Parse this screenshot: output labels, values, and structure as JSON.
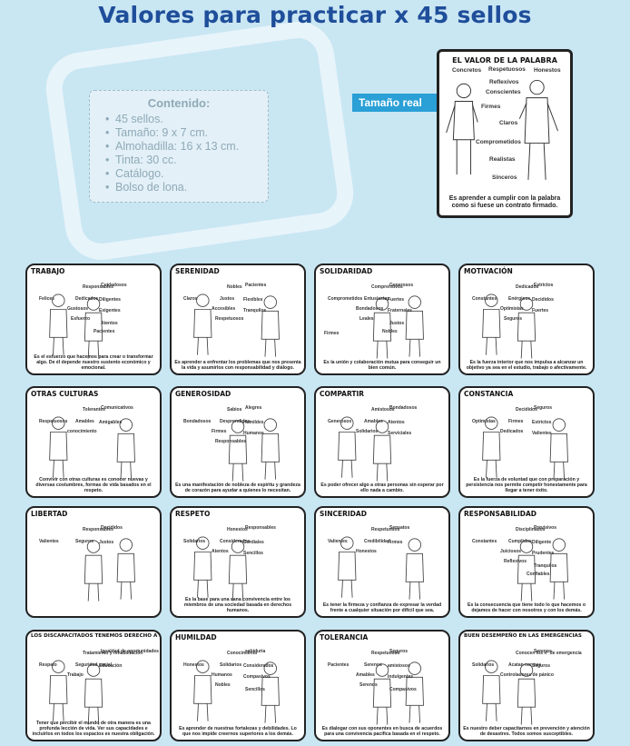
{
  "page": {
    "title": "Valores para practicar x 45 sellos"
  },
  "contents": {
    "title": "Contenido:",
    "items": [
      "45 sellos.",
      "Tamaño:  9 x 7 cm.",
      "Almohadilla: 16 x 13 cm.",
      "Tinta: 30 cc.",
      "Catálogo.",
      "Bolso de lona."
    ]
  },
  "size_tag": "Tamaño real",
  "featured": {
    "title": "EL VALOR DE LA PALABRA",
    "words": [
      "Concretos",
      "Respetuosos",
      "Honestos",
      "Reflexivos",
      "Conscientes",
      "Firmes",
      "Claros",
      "Comprometidos",
      "Realistas",
      "Sinceros"
    ],
    "caption": "Es aprender a cumplir con la palabra como si fuese un contrato firmado."
  },
  "stamps": [
    {
      "title": "TRABAJO",
      "words": [
        "Responsables",
        "Cuidadosos",
        "Felices",
        "Dedicados",
        "Diligentes",
        "Gustosos",
        "Exigentes",
        "Esfuerzo",
        "Atentos",
        "Pacientes"
      ],
      "caption": "Es el esfuerzo que hacemos para crear o transformar algo. De él depende nuestro sustento económico y emocional."
    },
    {
      "title": "SERENIDAD",
      "words": [
        "Nobles",
        "Pacientes",
        "Claros",
        "Justos",
        "Flexibles",
        "Accesibles",
        "Tranquilos",
        "Respetuosos"
      ],
      "caption": "Es aprender a enfrentar los problemas que nos presenta la vida y asumirlos con responsabilidad y diálogo."
    },
    {
      "title": "SOLIDARIDAD",
      "words": [
        "Comprensivos",
        "Generosos",
        "Comprometidos",
        "Entusiastas",
        "Fuertes",
        "Bondadosos",
        "Fraternales",
        "Leales",
        "Justos",
        "Nobles",
        "Firmes"
      ],
      "caption": "Es la unión y colaboración mutua para conseguir un bien común."
    },
    {
      "title": "MOTIVACIÓN",
      "words": [
        "Dedicados",
        "Estrictos",
        "Constantes",
        "Enérgicos",
        "Decididos",
        "Optimistas",
        "Fuertes",
        "Seguros"
      ],
      "caption": "Es la fuerza interior que nos impulsa a alcanzar un objetivo ya sea en el estudio, trabajo o afectivamente."
    },
    {
      "title": "OTRAS CULTURAS",
      "words": [
        "Tolerantes",
        "Comunicativos",
        "Respetuosos",
        "Amables",
        "Amigables",
        "conocimiento"
      ],
      "caption": "Convivir con otras culturas es conocer nuevas y diversas costumbres, formas de vida basados en el respeto."
    },
    {
      "title": "GENEROSIDAD",
      "words": [
        "Sabios",
        "Alegres",
        "Bondadosos",
        "Desprendidos",
        "Humildes",
        "Firmes",
        "Humanos",
        "Responsables"
      ],
      "caption": "Es una manifestación de nobleza de espíritu y grandeza de corazón para ayudar a quienes lo necesitan."
    },
    {
      "title": "COMPARTIR",
      "words": [
        "Amistosos",
        "Bondadosos",
        "Generosos",
        "Amables",
        "Atentos",
        "Solidarios",
        "Serviciales"
      ],
      "caption": "Es poder ofrecer algo a otras personas sin esperar por ello nada a cambio."
    },
    {
      "title": "CONSTANCIA",
      "words": [
        "Decididos",
        "Seguros",
        "Optimistas",
        "Firmes",
        "Estrictos",
        "Dedicados",
        "Valientes"
      ],
      "caption": "Es la fuerza de voluntad que con preparación y persistencia nos permite competir honestamente para llegar a tener éxito."
    },
    {
      "title": "LIBERTAD",
      "words": [
        "Responsables",
        "Decididos",
        "Valientes",
        "Seguros",
        "Justos"
      ],
      "caption": ""
    },
    {
      "title": "RESPETO",
      "words": [
        "Honestos",
        "Responsables",
        "Solidarios",
        "Considerados",
        "Cordiales",
        "Atentos",
        "Sencillos"
      ],
      "caption": "Es la base para una sana convivencia entre los miembros de una sociedad basada en derechos humanos."
    },
    {
      "title": "SINCERIDAD",
      "words": [
        "Respetuosos",
        "Sensatos",
        "Valientes",
        "Credibilidad",
        "Firmes",
        "Honestos"
      ],
      "caption": "Es tener la firmeza y confianza de expresar la verdad frente a cualquier situación por difícil que sea."
    },
    {
      "title": "RESPONSABILIDAD",
      "words": [
        "Disciplinados",
        "Previsivos",
        "Constantes",
        "Cumplidos",
        "Diligente",
        "Juiciosos",
        "Prudentes",
        "Reflexivos",
        "Tranquilos",
        "Confiables"
      ],
      "caption": "Es la consecuencia que tiene todo lo que hacemos o dejamos de hacer con nosotros y con los demás."
    },
    {
      "title": "LOS DISCAPACITADOS TENEMOS DERECHO A :",
      "words": [
        "Tratamiento y rehabilitación",
        "Igualdad de oportunidades",
        "Respeto",
        "Seguridad social",
        "Educación",
        "Trabajo"
      ],
      "caption": "Tener que percibir el mundo de otra manera es una profunda lección de vida. Ver sus capacidades e incluirlos en todos los espacios es nuestra obligación."
    },
    {
      "title": "HUMILDAD",
      "words": [
        "Conocimiento",
        "sabiduría",
        "Honestos",
        "Solidarios",
        "Considerados",
        "Humanos",
        "Compasivos",
        "Nobles",
        "Sencillos"
      ],
      "caption": "Es aprender de nuestras fortalezas y debilidades. Lo que nos impide creernos superiores a los demás."
    },
    {
      "title": "TOLERANCIA",
      "words": [
        "Respetuosos",
        "Seguros",
        "Pacientes",
        "Serenos",
        "amistosos",
        "Amables",
        "Indulgentes",
        "Serenos",
        "Compasivos"
      ],
      "caption": "Es dialogar con sus oponentes en busca de acuerdos para una convivencia pacífica basada en el respeto."
    },
    {
      "title": "BUEN DESEMPEÑO EN LAS EMERGENCIAS",
      "words": [
        "Conocen los nº de emergencia",
        "Serenos",
        "Solidarios",
        "Acatan normas",
        "Seguros",
        "Controladores de pánico"
      ],
      "caption": "Es nuestro deber capacitarnos en prevención y atención de desastres. Todos somos susceptibles."
    }
  ]
}
